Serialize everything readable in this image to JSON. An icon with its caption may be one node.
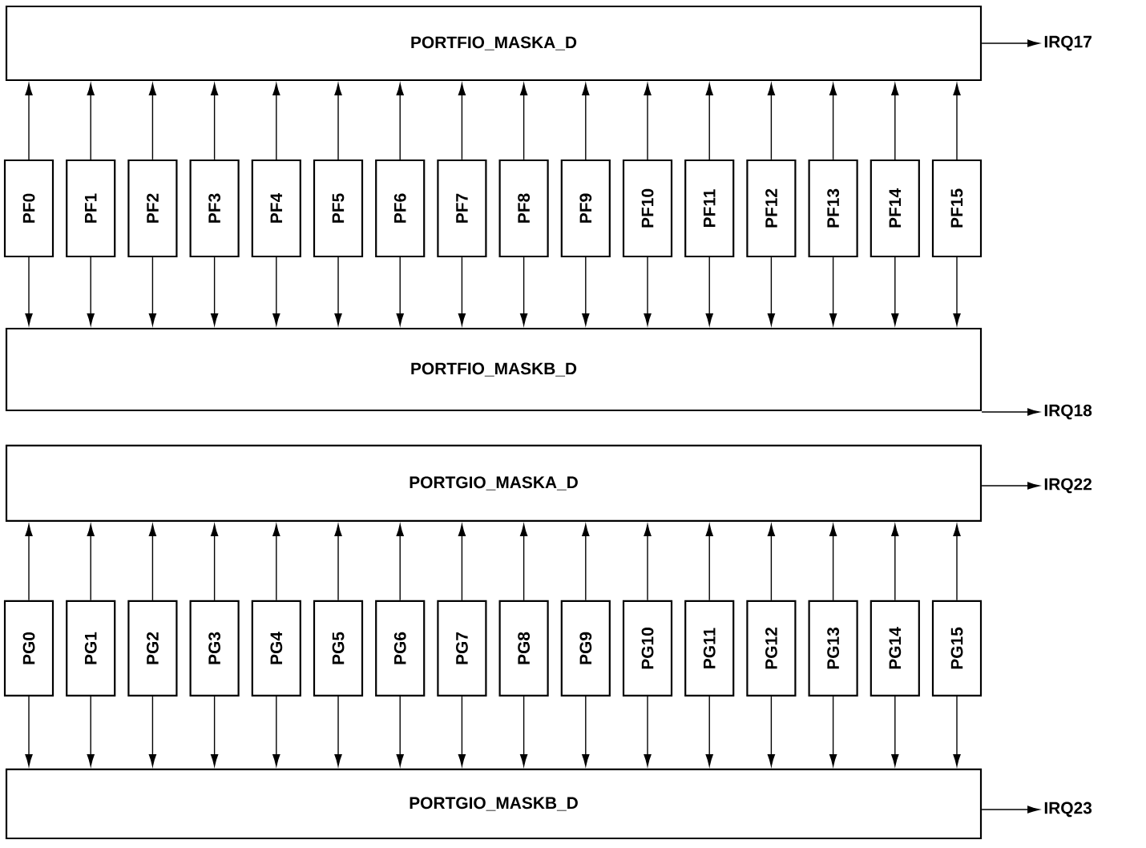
{
  "diagram": {
    "nodes": [
      {
        "text": [
          "PORTFIO_MASKA_D"
        ]
      },
      {
        "text": [
          "IRQ17"
        ]
      },
      {
        "text": [
          "PF0"
        ]
      },
      {
        "text": [
          "PF1"
        ]
      },
      {
        "text": [
          "PF2"
        ]
      },
      {
        "text": [
          "PF3"
        ]
      },
      {
        "text": [
          "PF4"
        ]
      },
      {
        "text": [
          "PF5"
        ]
      },
      {
        "text": [
          "PF6"
        ]
      },
      {
        "text": [
          "PF7"
        ]
      },
      {
        "text": [
          "PF8"
        ]
      },
      {
        "text": [
          "PF9"
        ]
      },
      {
        "text": [
          "PF10"
        ]
      },
      {
        "text": [
          "PF11"
        ]
      },
      {
        "text": [
          "PF12"
        ]
      },
      {
        "text": [
          "PF13"
        ]
      },
      {
        "text": [
          "PF14"
        ]
      },
      {
        "text": [
          "PF15"
        ]
      },
      {
        "text": [
          "PORTFIO_MASKB_D"
        ]
      },
      {
        "text": [
          "IRQ18"
        ]
      },
      {
        "text": [
          "PORTGIO_MASKA_D"
        ]
      },
      {
        "text": [
          "IRQ22"
        ]
      },
      {
        "text": [
          "PG0"
        ]
      },
      {
        "text": [
          "PG1"
        ]
      },
      {
        "text": [
          "PG2"
        ]
      },
      {
        "text": [
          "PG3"
        ]
      },
      {
        "text": [
          "PG4"
        ]
      },
      {
        "text": [
          "PG5"
        ]
      },
      {
        "text": [
          "PG6"
        ]
      },
      {
        "text": [
          "PG7"
        ]
      },
      {
        "text": [
          "PG8"
        ]
      },
      {
        "text": [
          "PG9"
        ]
      },
      {
        "text": [
          "PG10"
        ]
      },
      {
        "text": [
          "PG11"
        ]
      },
      {
        "text": [
          "PG12"
        ]
      },
      {
        "text": [
          "PG13"
        ]
      },
      {
        "text": [
          "PG14"
        ]
      },
      {
        "text": [
          "PG15"
        ]
      },
      {
        "text": [
          "PORTGIO_MASKB_D"
        ]
      },
      {
        "text": [
          "IRQ23"
        ]
      }
    ],
    "edges": [
      {
        "from": 2,
        "to": 0,
        "arrow": "to"
      },
      {
        "from": 3,
        "to": 0,
        "arrow": "to"
      },
      {
        "from": 4,
        "to": 0,
        "arrow": "to"
      },
      {
        "from": 5,
        "to": 0,
        "arrow": "to"
      },
      {
        "from": 6,
        "to": 0,
        "arrow": "to"
      },
      {
        "from": 7,
        "to": 0,
        "arrow": "to"
      },
      {
        "from": 8,
        "to": 0,
        "arrow": "to"
      },
      {
        "from": 9,
        "to": 0,
        "arrow": "to"
      },
      {
        "from": 10,
        "to": 0,
        "arrow": "to"
      },
      {
        "from": 11,
        "to": 0,
        "arrow": "to"
      },
      {
        "from": 12,
        "to": 0,
        "arrow": "to"
      },
      {
        "from": 13,
        "to": 0,
        "arrow": "to"
      },
      {
        "from": 14,
        "to": 0,
        "arrow": "to"
      },
      {
        "from": 15,
        "to": 0,
        "arrow": "to"
      },
      {
        "from": 16,
        "to": 0,
        "arrow": "to"
      },
      {
        "from": 17,
        "to": 0,
        "arrow": "to"
      },
      {
        "from": 2,
        "to": 18,
        "arrow": "to"
      },
      {
        "from": 3,
        "to": 18,
        "arrow": "to"
      },
      {
        "from": 4,
        "to": 18,
        "arrow": "to"
      },
      {
        "from": 5,
        "to": 18,
        "arrow": "to"
      },
      {
        "from": 6,
        "to": 18,
        "arrow": "to"
      },
      {
        "from": 7,
        "to": 18,
        "arrow": "to"
      },
      {
        "from": 8,
        "to": 18,
        "arrow": "to"
      },
      {
        "from": 9,
        "to": 18,
        "arrow": "to"
      },
      {
        "from": 10,
        "to": 18,
        "arrow": "to"
      },
      {
        "from": 11,
        "to": 18,
        "arrow": "to"
      },
      {
        "from": 12,
        "to": 18,
        "arrow": "to"
      },
      {
        "from": 13,
        "to": 18,
        "arrow": "to"
      },
      {
        "from": 14,
        "to": 18,
        "arrow": "to"
      },
      {
        "from": 15,
        "to": 18,
        "arrow": "to"
      },
      {
        "from": 16,
        "to": 18,
        "arrow": "to"
      },
      {
        "from": 17,
        "to": 18,
        "arrow": "to"
      },
      {
        "from": 0,
        "to": 1,
        "arrow": "to"
      },
      {
        "from": 18,
        "to": 19,
        "arrow": "to"
      },
      {
        "from": 22,
        "to": 20,
        "arrow": "to"
      },
      {
        "from": 23,
        "to": 20,
        "arrow": "to"
      },
      {
        "from": 24,
        "to": 20,
        "arrow": "to"
      },
      {
        "from": 25,
        "to": 20,
        "arrow": "to"
      },
      {
        "from": 26,
        "to": 20,
        "arrow": "to"
      },
      {
        "from": 27,
        "to": 20,
        "arrow": "to"
      },
      {
        "from": 28,
        "to": 20,
        "arrow": "to"
      },
      {
        "from": 29,
        "to": 20,
        "arrow": "to"
      },
      {
        "from": 30,
        "to": 20,
        "arrow": "to"
      },
      {
        "from": 31,
        "to": 20,
        "arrow": "to"
      },
      {
        "from": 32,
        "to": 20,
        "arrow": "to"
      },
      {
        "from": 33,
        "to": 20,
        "arrow": "to"
      },
      {
        "from": 34,
        "to": 20,
        "arrow": "to"
      },
      {
        "from": 35,
        "to": 20,
        "arrow": "to"
      },
      {
        "from": 36,
        "to": 20,
        "arrow": "to"
      },
      {
        "from": 37,
        "to": 20,
        "arrow": "to"
      },
      {
        "from": 22,
        "to": 38,
        "arrow": "to"
      },
      {
        "from": 23,
        "to": 38,
        "arrow": "to"
      },
      {
        "from": 24,
        "to": 38,
        "arrow": "to"
      },
      {
        "from": 25,
        "to": 38,
        "arrow": "to"
      },
      {
        "from": 26,
        "to": 38,
        "arrow": "to"
      },
      {
        "from": 27,
        "to": 38,
        "arrow": "to"
      },
      {
        "from": 28,
        "to": 38,
        "arrow": "to"
      },
      {
        "from": 29,
        "to": 38,
        "arrow": "to"
      },
      {
        "from": 30,
        "to": 38,
        "arrow": "to"
      },
      {
        "from": 31,
        "to": 38,
        "arrow": "to"
      },
      {
        "from": 32,
        "to": 38,
        "arrow": "to"
      },
      {
        "from": 33,
        "to": 38,
        "arrow": "to"
      },
      {
        "from": 34,
        "to": 38,
        "arrow": "to"
      },
      {
        "from": 35,
        "to": 38,
        "arrow": "to"
      },
      {
        "from": 36,
        "to": 38,
        "arrow": "to"
      },
      {
        "from": 37,
        "to": 38,
        "arrow": "to"
      },
      {
        "from": 20,
        "to": 21,
        "arrow": "to"
      },
      {
        "from": 38,
        "to": 39,
        "arrow": "to"
      }
    ]
  }
}
